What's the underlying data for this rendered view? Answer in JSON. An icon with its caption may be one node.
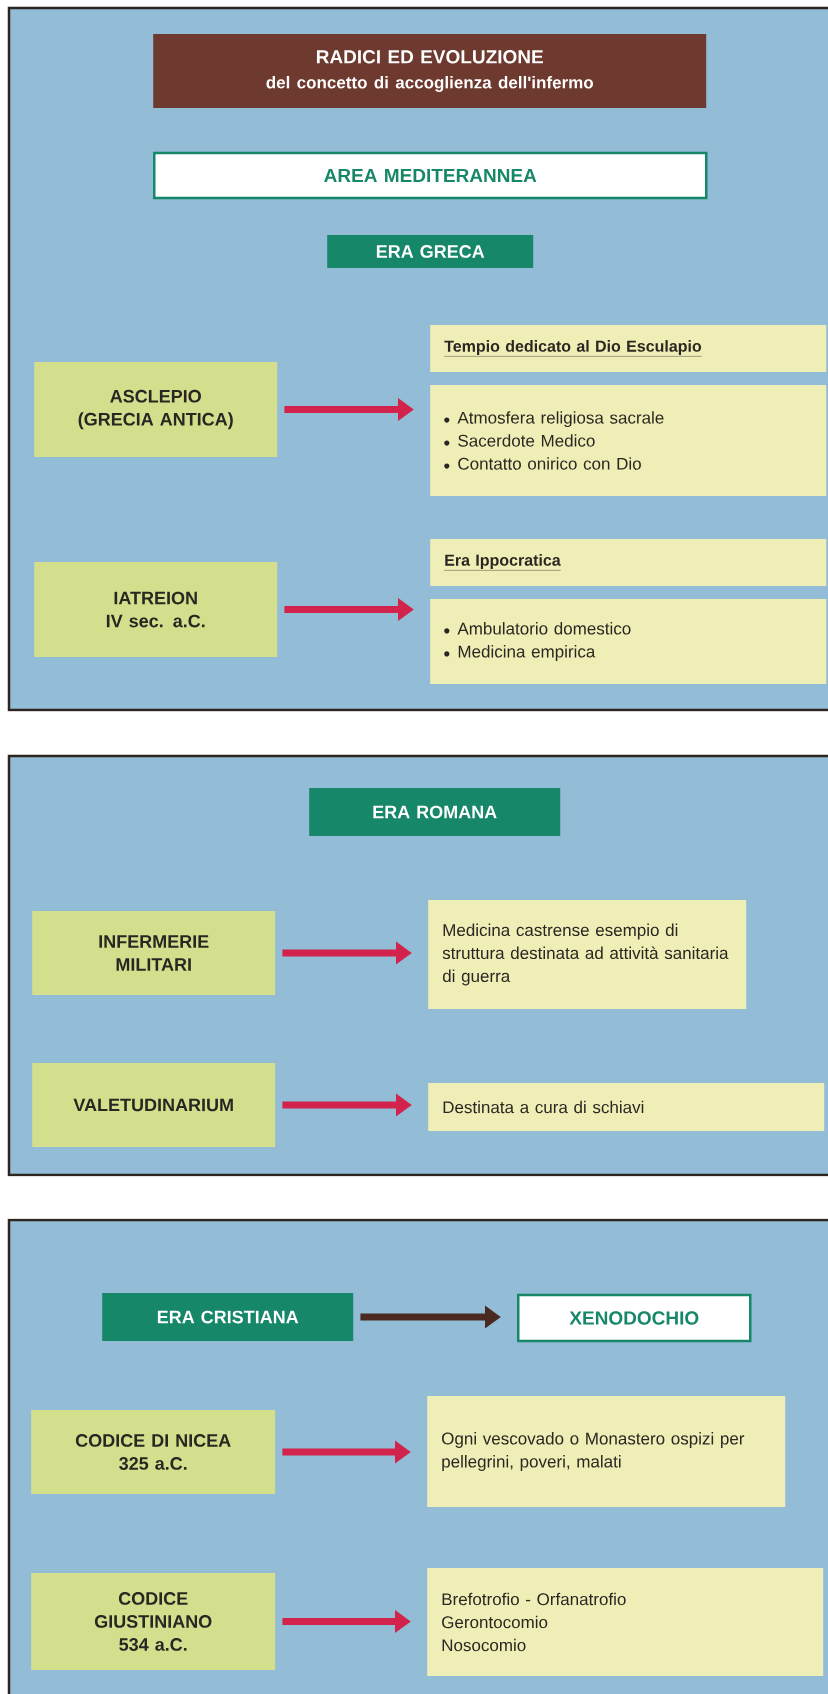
{
  "diagram": {
    "nodes": [
      {
        "text": [
          "RADICI ED EVOLUZIONE",
          "del concetto di accoglienza dell'infermo"
        ]
      },
      {
        "text": [
          "AREA MEDITERANNEA"
        ]
      },
      {
        "text": [
          "ERA GRECA"
        ]
      },
      {
        "text": [
          "ASCLEPIO",
          "(GRECIA ANTICA)"
        ]
      },
      {
        "text": [
          "Tempio dedicato al Dio Esculapio"
        ]
      },
      {
        "text": [
          "Atmosfera religiosa sacrale",
          "Sacerdote Medico",
          "Contatto onirico con Dio"
        ]
      },
      {
        "text": [
          "IATREION",
          "IV sec. a.C."
        ]
      },
      {
        "text": [
          "Era Ippocratica"
        ]
      },
      {
        "text": [
          "Ambulatorio domestico",
          "Medicina empirica"
        ]
      },
      {
        "text": [
          "ERA ROMANA"
        ]
      },
      {
        "text": [
          "INFERMERIE MILITARI"
        ]
      },
      {
        "text": [
          "Medicina castrense esempio di struttura destinata ad attività sanitaria di guerra"
        ]
      },
      {
        "text": [
          "VALETUDINARIUM"
        ]
      },
      {
        "text": [
          "Destinata a cura di schiavi"
        ]
      },
      {
        "text": [
          "ERA CRISTIANA"
        ]
      },
      {
        "text": [
          "XENODOCHIO"
        ]
      },
      {
        "text": [
          "CODICE DI NICEA",
          "325 a.C."
        ]
      },
      {
        "text": [
          "Ogni vescovado o Monastero ospizi per pellegrini, poveri, malati"
        ]
      },
      {
        "text": [
          "CODICE GIUSTINIANO",
          "534 a.C."
        ]
      },
      {
        "text": [
          "Brefotrofio - Orfanatrofio",
          "Gerontocomio",
          "Nosocomio"
        ]
      }
    ],
    "edges": [
      {
        "from": 3,
        "to": 5,
        "arrow": "to"
      },
      {
        "from": 6,
        "to": 8,
        "arrow": "to"
      },
      {
        "from": 10,
        "to": 11,
        "arrow": "to"
      },
      {
        "from": 12,
        "to": 13,
        "arrow": "to"
      },
      {
        "from": 14,
        "to": 15,
        "arrow": "to",
        "color": "#4a2a20"
      },
      {
        "from": 16,
        "to": 17,
        "arrow": "to"
      },
      {
        "from": 18,
        "to": 19,
        "arrow": "to"
      }
    ]
  }
}
